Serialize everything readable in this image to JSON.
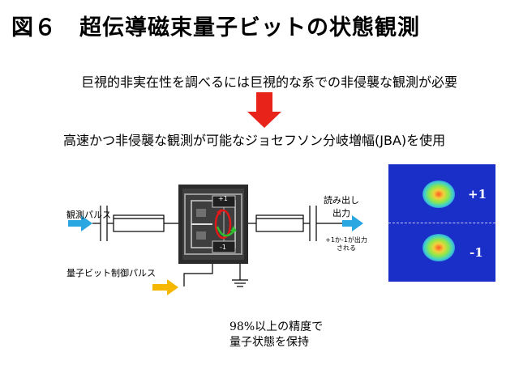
{
  "title": "図６　超伝導磁束量子ビットの状態観測",
  "statements": {
    "requirement": "巨視的非実在性を調べるには巨視的な系での非侵襲な観測が必要",
    "method": "高速かつ非侵襲な観測が可能なジョセフソン分岐増幅(JBA)を使用"
  },
  "circuit": {
    "input_label": "観測パルス",
    "control_label": "量子ビット制御パルス",
    "output_label": "読み出し出力",
    "output_note": "+1か-1が出力される",
    "loop_label_top": "+1",
    "loop_label_bottom": "-1"
  },
  "histogram": {
    "state_plus": "+1",
    "state_minus": "-1"
  },
  "results": {
    "line1": "98%以上の精度で",
    "line2": "量子状態を保持"
  },
  "colors": {
    "down_arrow": "#e8231a",
    "readout_arrow": "#2aa6e0",
    "control_arrow": "#f5b700",
    "current_red": "#e01818",
    "current_green": "#2ebd2e",
    "histogram_bg": "#1a2ec8"
  }
}
